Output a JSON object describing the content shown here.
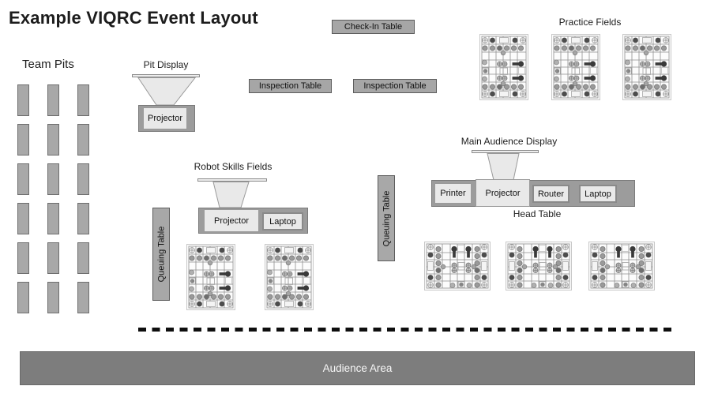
{
  "title": "Example VIQRC Event Layout",
  "team_pits": {
    "label": "Team Pits",
    "count": 18
  },
  "pit_display": {
    "label": "Pit Display",
    "projector": "Projector"
  },
  "check_in": {
    "label": "Check-In Table"
  },
  "inspection_tables": [
    "Inspection Table",
    "Inspection Table"
  ],
  "practice_fields": {
    "label": "Practice Fields",
    "count": 3
  },
  "robot_skills": {
    "label": "Robot Skills Fields",
    "projector": "Projector",
    "laptop": "Laptop",
    "count": 2
  },
  "queuing_tables": [
    "Queuing Table",
    "Queuing Table"
  ],
  "main_audience_display": {
    "label": "Main Audience Display"
  },
  "head_table": {
    "label": "Head Table",
    "items": [
      "Printer",
      "Projector",
      "Router",
      "Laptop"
    ]
  },
  "competition_fields": {
    "count": 3
  },
  "audience_area": {
    "label": "Audience Area"
  },
  "colors": {
    "table_fill": "#a6a6a6",
    "table_border": "#5c5c5c",
    "equipment_fill": "#e9e9e9",
    "audience_fill": "#7d7d7d",
    "divider": "#0e0e0e"
  }
}
